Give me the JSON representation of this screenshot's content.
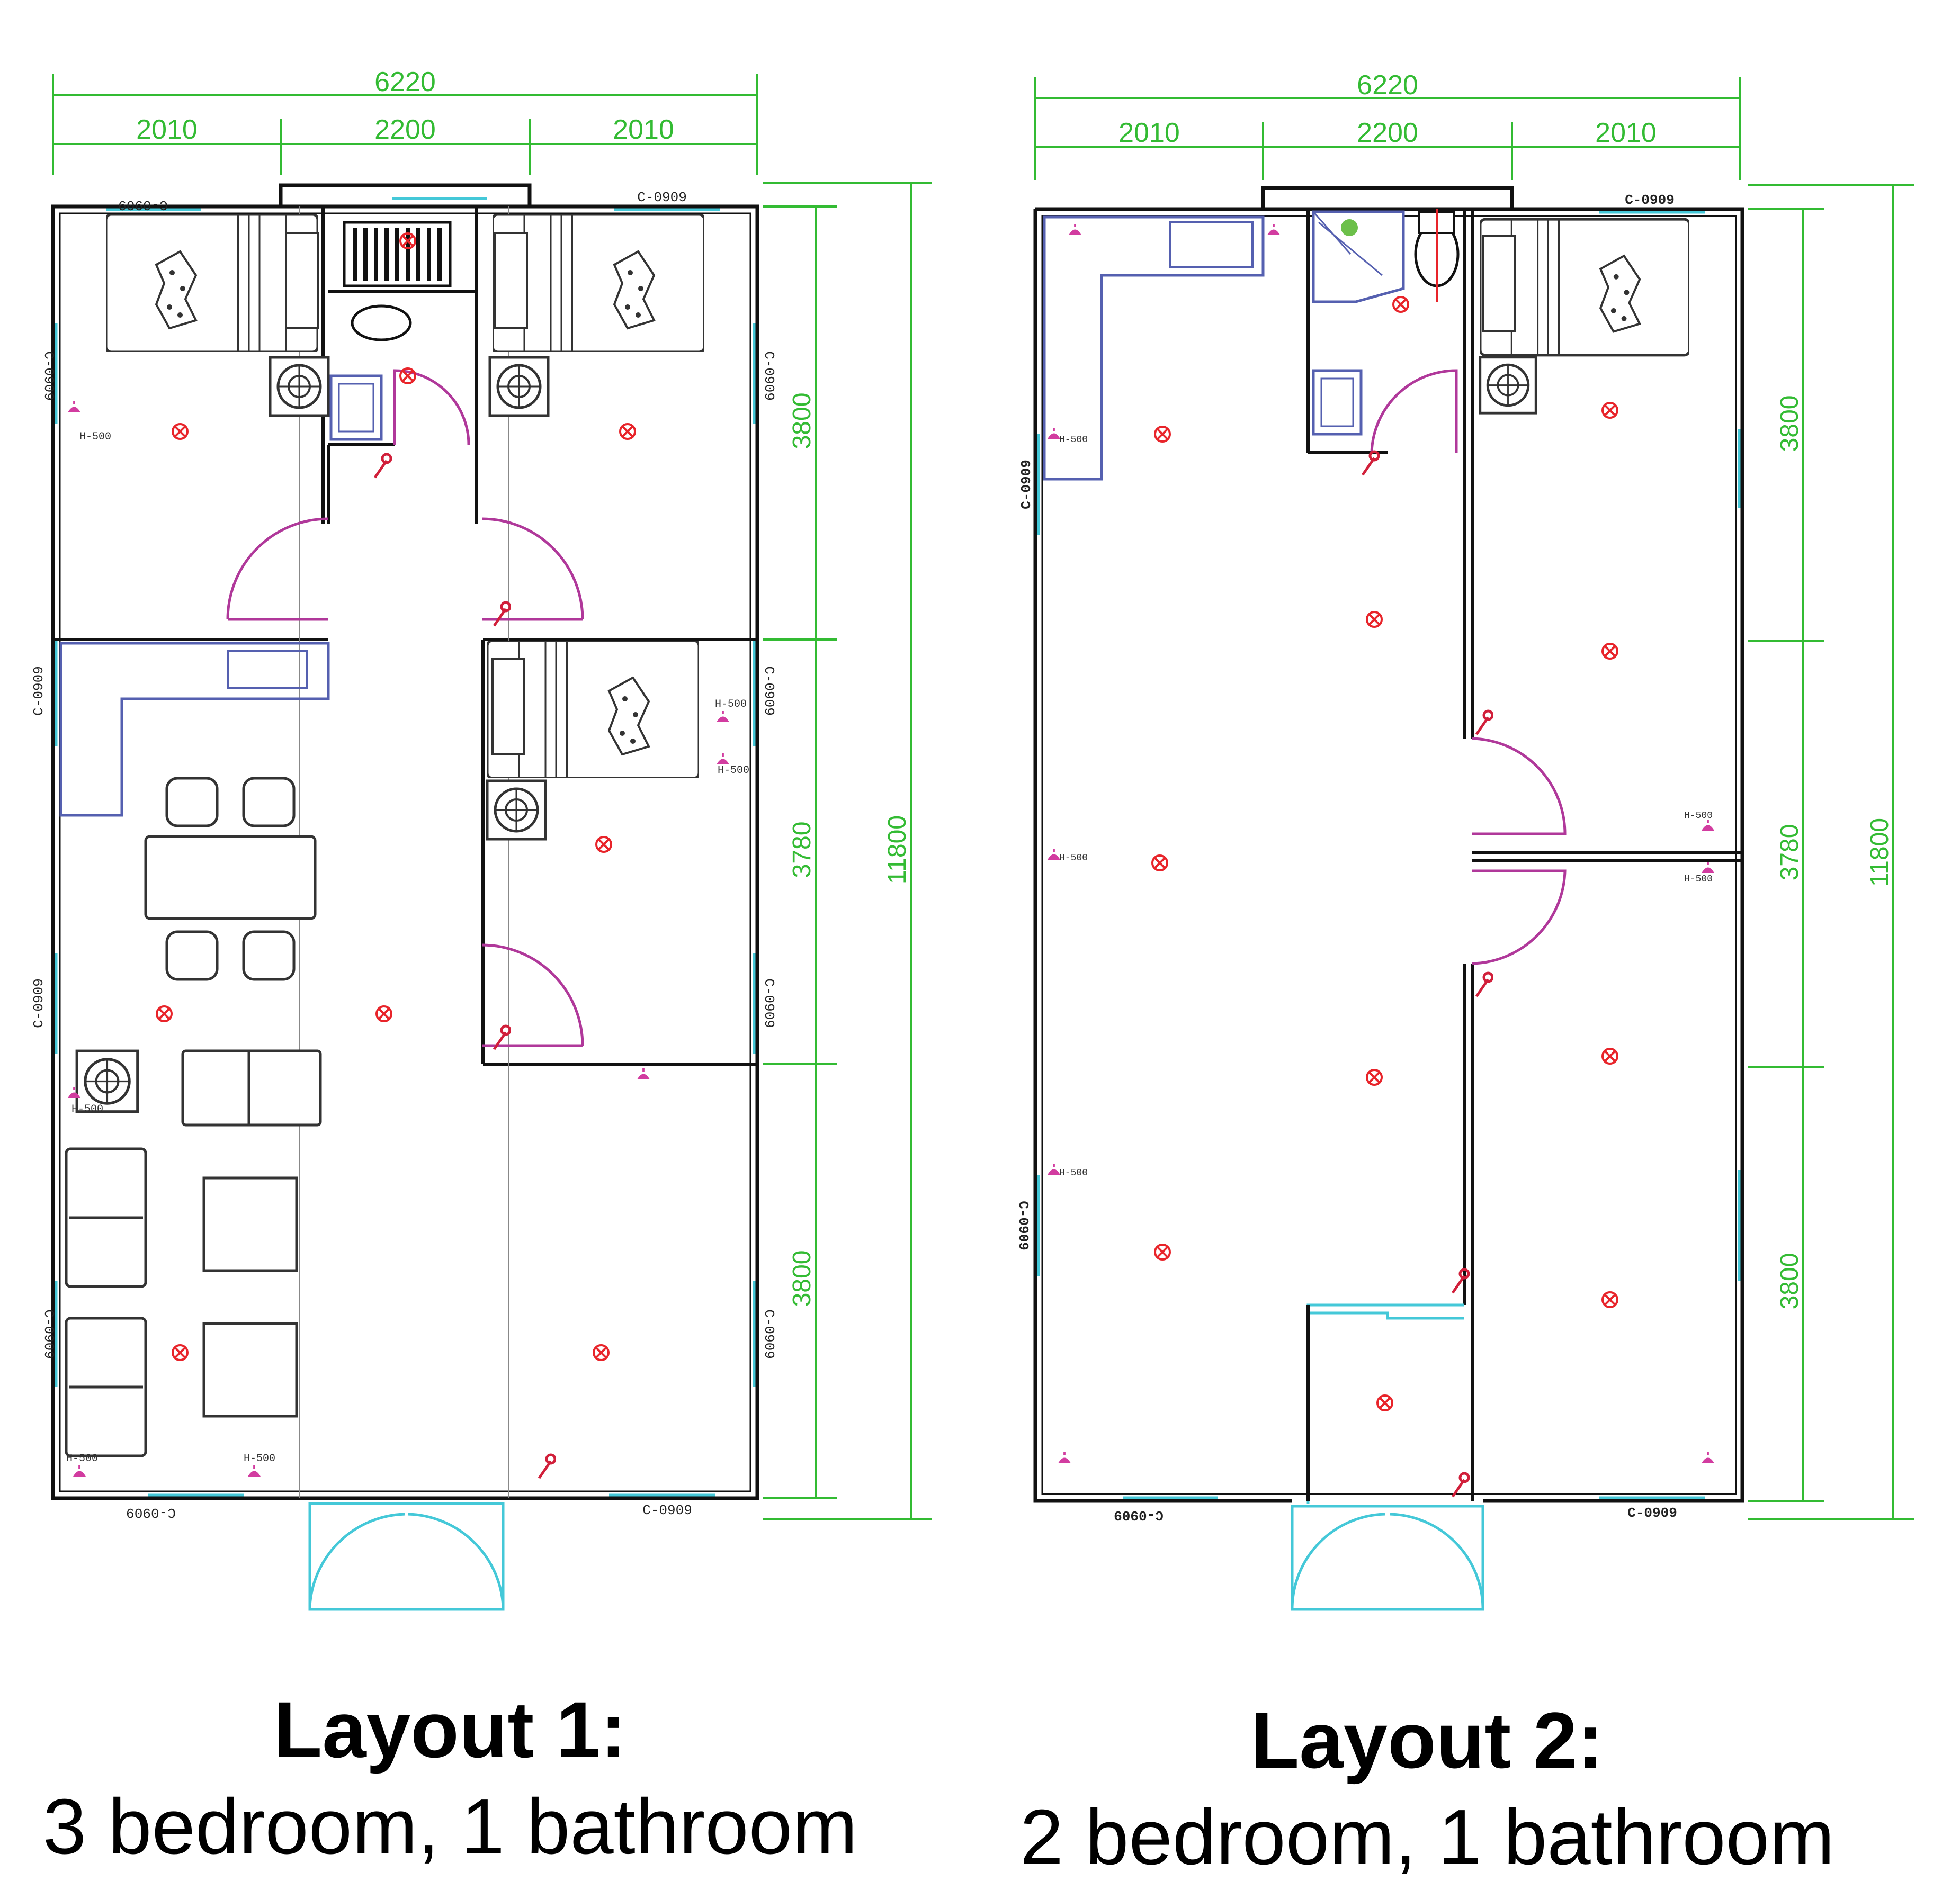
{
  "layout1": {
    "caption_title": "Layout 1:",
    "caption_sub": "3 bedroom, 1 bathroom",
    "dim_total_width": "6220",
    "dim_left": "2010",
    "dim_mid": "2200",
    "dim_right": "2010",
    "dim_r1": "3800",
    "dim_r2": "3780",
    "dim_r3": "3800",
    "dim_total_height": "11800",
    "win_top_left": "C-0909",
    "win_top_right": "C-0909",
    "win_left_1": "C-0909",
    "win_left_2": "C-0909",
    "win_left_3": "C-0909",
    "win_left_4": "C-0909",
    "win_right_1": "C-0909",
    "win_right_2": "C-0909",
    "win_right_3": "C-0909",
    "win_right_4": "C-0909",
    "win_bottom_left": "C-0909",
    "win_bottom_right": "C-0909",
    "socket_h500": "H-500"
  },
  "layout2": {
    "caption_title": "Layout 2:",
    "caption_sub": "2 bedroom, 1 bathroom",
    "dim_total_width": "6220",
    "dim_left": "2010",
    "dim_mid": "2200",
    "dim_right": "2010",
    "dim_r1": "3800",
    "dim_r2": "3780",
    "dim_r3": "3800",
    "dim_total_height": "11800",
    "win_top_right": "C-0909",
    "win_left_1": "C-0909",
    "win_left_2": "C-0909",
    "win_bottom_left": "C-0909",
    "win_bottom_right": "C-0909",
    "socket_h500": "H-500"
  },
  "colors": {
    "wall": "#111111",
    "dimension": "#33bb33",
    "door": "#b0389a",
    "window": "#44c8d8",
    "furniture": "#5560b0",
    "light": "#e8242a",
    "socket": "#d23ca0"
  }
}
